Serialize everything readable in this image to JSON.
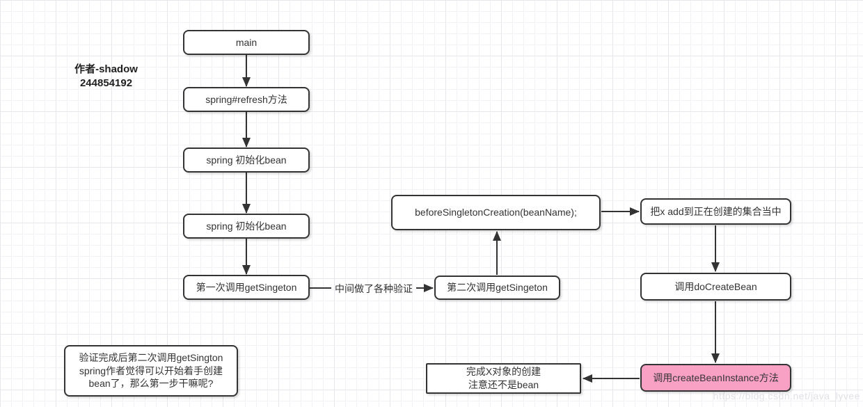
{
  "canvas": {
    "author_note": "作者-shadow\n244854192",
    "watermark": "https://blog.csdn.net/java_lyvee",
    "colors": {
      "box_border": "#333333",
      "box_fill": "#ffffff",
      "highlight_fill": "#F9A1C5",
      "arrow": "#333333",
      "text": "#333333"
    }
  },
  "nodes": {
    "main": {
      "label": "main"
    },
    "refresh": {
      "label": "spring#refresh方法"
    },
    "init_bean_1": {
      "label": "spring 初始化bean"
    },
    "init_bean_2": {
      "label": "spring 初始化bean"
    },
    "first_get_singleton": {
      "label": "第一次调用getSingeton"
    },
    "second_get_singleton": {
      "label": "第二次调用getSingeton"
    },
    "before_singleton_creation": {
      "label": "beforeSingletonCreation(beanName);"
    },
    "add_to_creating_set": {
      "label": "把x add到正在创建的集合当中"
    },
    "do_create_bean": {
      "label": "调用doCreateBean"
    },
    "create_bean_instance": {
      "label": "调用createBeanInstance方法"
    },
    "complete_x_object": {
      "label": "完成X对象的创建\n注意还不是bean"
    },
    "note": {
      "label": "验证完成后第二次调用getSington\nspring作者觉得可以开始着手创建\nbean了，那么第一步干嘛呢?"
    }
  },
  "edges": {
    "validation_label": "中间做了各种验证"
  }
}
